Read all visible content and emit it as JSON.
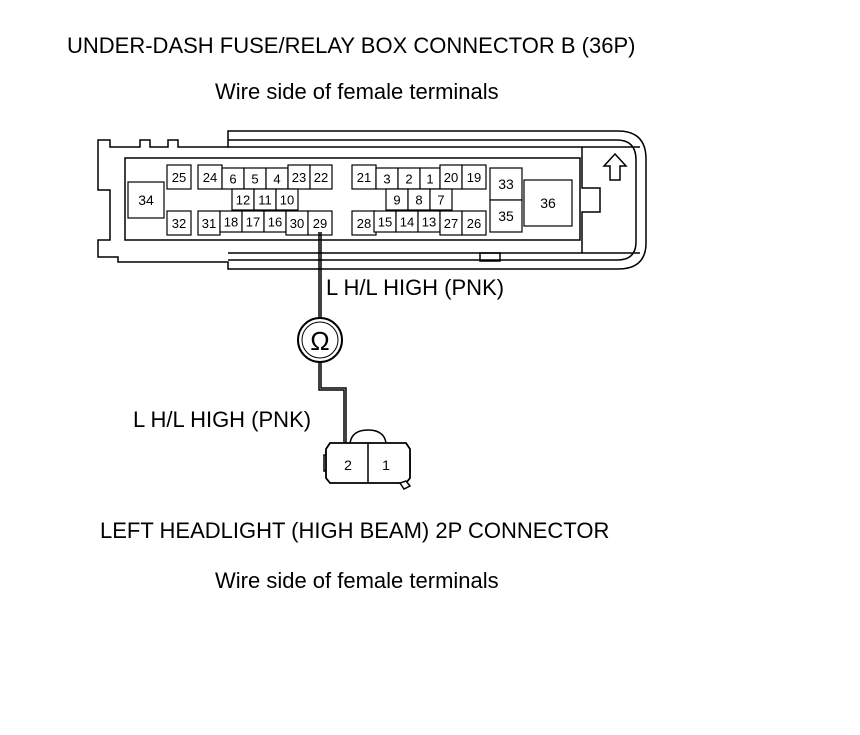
{
  "connector_b": {
    "title": "UNDER-DASH FUSE/RELAY BOX CONNECTOR B (36P)",
    "subtitle": "Wire side of female terminals",
    "pins": [
      "1",
      "2",
      "3",
      "4",
      "5",
      "6",
      "7",
      "8",
      "9",
      "10",
      "11",
      "12",
      "13",
      "14",
      "15",
      "16",
      "17",
      "18",
      "19",
      "20",
      "21",
      "22",
      "23",
      "24",
      "25",
      "26",
      "27",
      "28",
      "29",
      "30",
      "31",
      "32",
      "33",
      "34",
      "35",
      "36"
    ],
    "highlighted_pin": "29",
    "lock_icon": "up-arrow-icon"
  },
  "wire_label_top": "L H/L HIGH (PNK)",
  "wire_label_bottom": "L H/L HIGH (PNK)",
  "meter_symbol": "Ω",
  "meter_icon": "ohmmeter-icon",
  "headlight_connector": {
    "title": "LEFT HEADLIGHT (HIGH BEAM) 2P CONNECTOR",
    "subtitle": "Wire side of female terminals",
    "pins": [
      "2",
      "1"
    ]
  }
}
